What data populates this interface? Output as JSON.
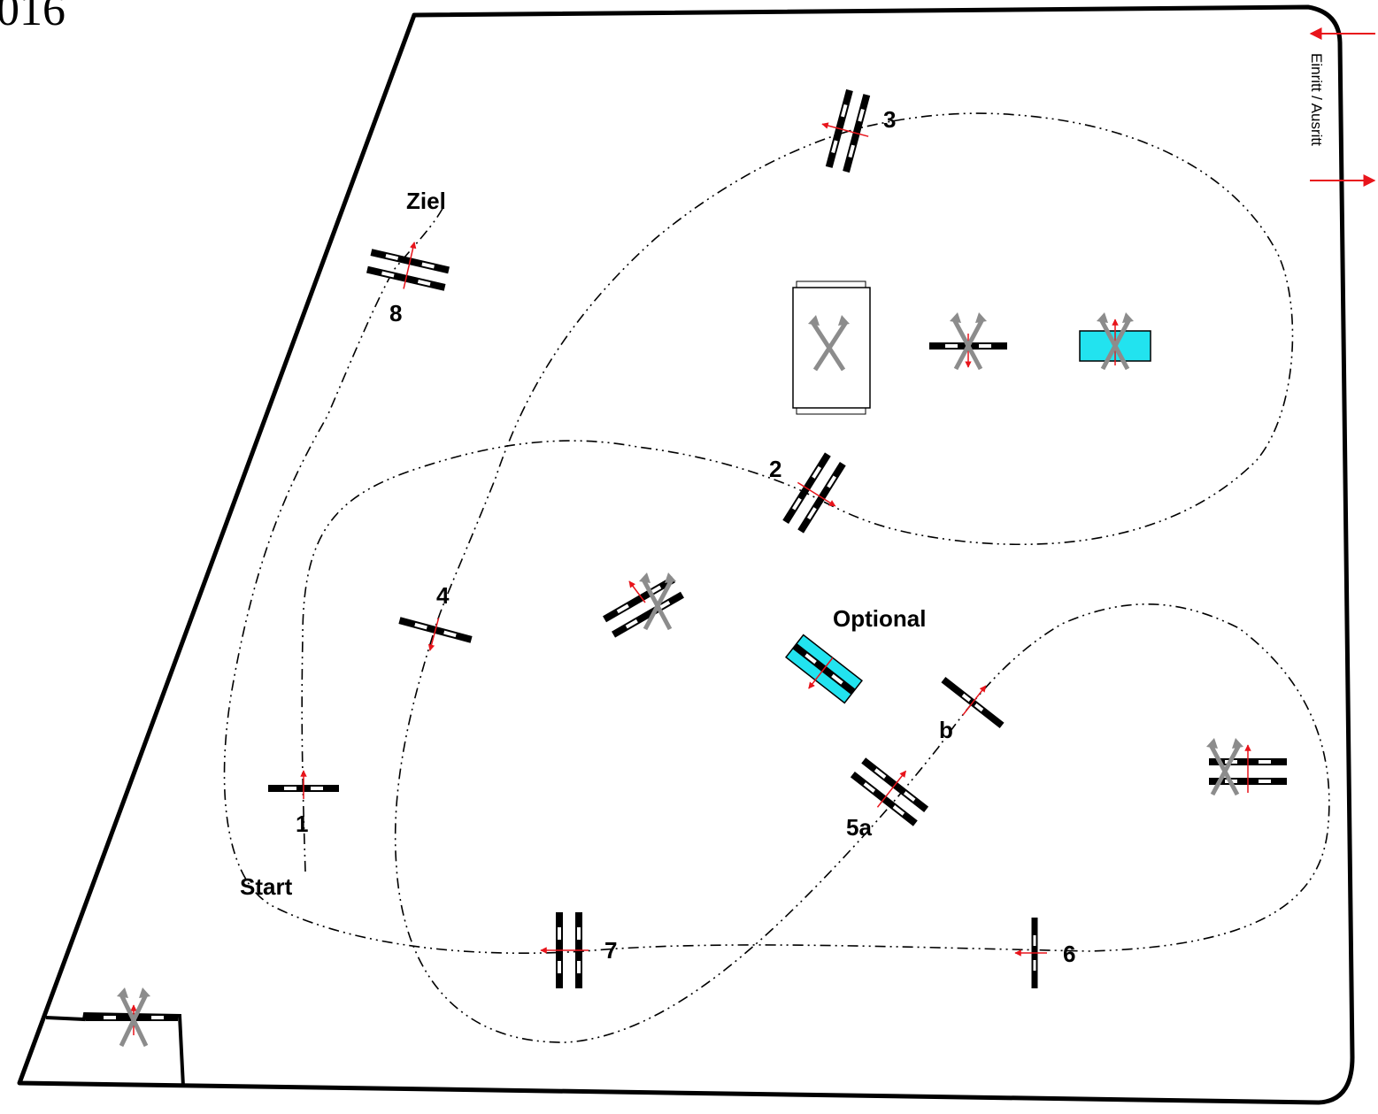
{
  "header": {
    "year_fragment": "016"
  },
  "arena": {
    "entry_label": "Einritt / Ausritt"
  },
  "labels": {
    "start": "Start",
    "finish": "Ziel",
    "optional": "Optional",
    "o1": "1",
    "o2": "2",
    "o3": "3",
    "o4": "4",
    "o5a": "5a",
    "o5b": "b",
    "o6": "6",
    "o7": "7",
    "o8": "8"
  },
  "colors": {
    "line": "#000000",
    "direction_arrow": "#e8141b",
    "water": "#22e3ef",
    "stand": "#8c8c8c"
  }
}
